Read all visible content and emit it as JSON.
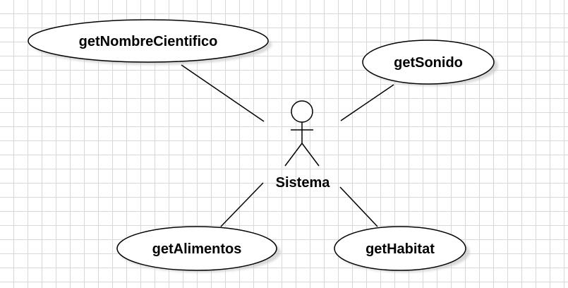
{
  "diagram": {
    "actor": {
      "label": "Sistema"
    },
    "use_cases": [
      {
        "id": "uc-nombre",
        "label": "getNombreCientifico"
      },
      {
        "id": "uc-sonido",
        "label": "getSonido"
      },
      {
        "id": "uc-alimentos",
        "label": "getAlimentos"
      },
      {
        "id": "uc-habitat",
        "label": "getHabitat"
      }
    ],
    "colors": {
      "stroke": "#000000",
      "fill": "#ffffff",
      "shadow": "#bfbfbf",
      "grid": "#d9d9d9"
    }
  }
}
